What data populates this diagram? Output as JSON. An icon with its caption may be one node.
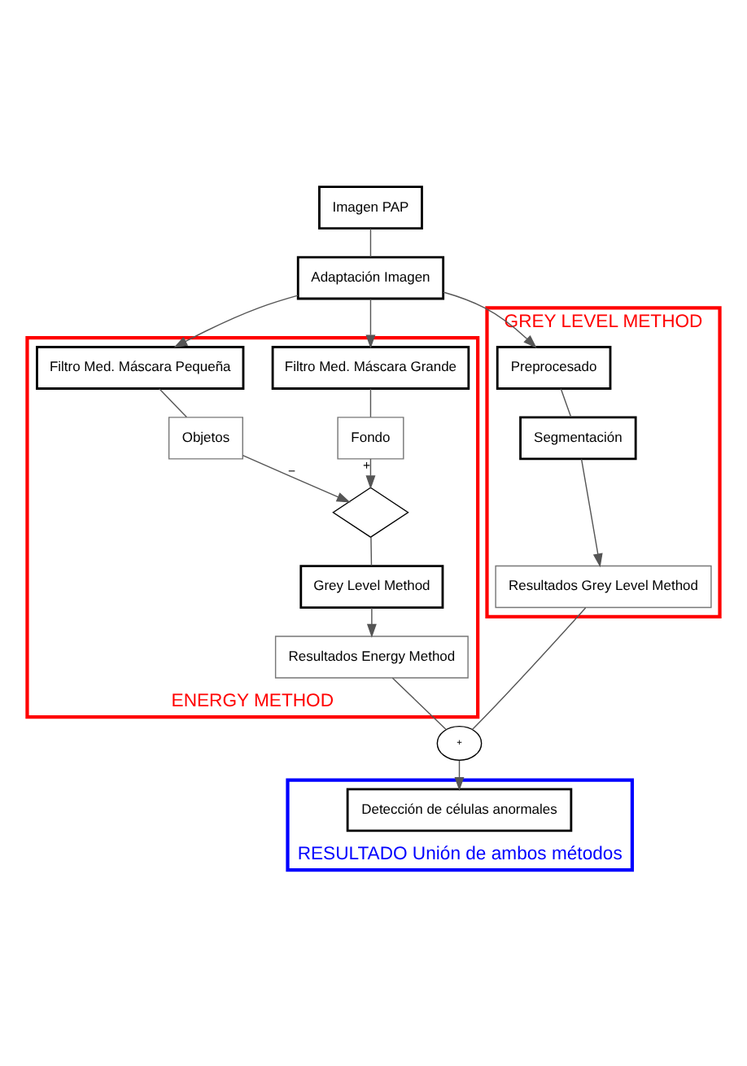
{
  "diagram": {
    "nodes": [
      {
        "text": [
          "Imagen PAP"
        ]
      },
      {
        "text": [
          "Adaptación Imagen"
        ]
      },
      {
        "text": [
          "ENERGY METHOD"
        ]
      },
      {
        "text": [
          "Filtro Med. Máscara Grande"
        ],
        "in": 2
      },
      {
        "text": [
          "Filtro Med. Máscara Pequeña"
        ],
        "in": 2
      },
      {
        "text": [
          "Fondo"
        ],
        "in": 2
      },
      {
        "text": [
          "Objetos"
        ],
        "in": 2
      },
      {
        "text": [],
        "shape": "diamond",
        "in": 2
      },
      {
        "text": [
          "Grey Level Method"
        ],
        "in": 2
      },
      {
        "text": [
          "Resultados Energy Method"
        ],
        "in": 2
      },
      {
        "text": [
          "GREY LEVEL METHOD"
        ]
      },
      {
        "text": [
          "Preprocesado"
        ],
        "in": 10
      },
      {
        "text": [
          "Segmentación"
        ],
        "in": 10
      },
      {
        "text": [
          "Resultados Grey Level Method"
        ],
        "in": 10
      },
      {
        "text": [
          "+"
        ]
      },
      {
        "text": [
          "RESULTADO Unión de ambos métodos"
        ]
      },
      {
        "text": [
          "Detección de células anormales"
        ],
        "in": 15
      }
    ],
    "edges": [
      {
        "from": 0,
        "to": 1,
        "arrow": "none"
      },
      {
        "from": 1,
        "to": 3,
        "arrow": "to"
      },
      {
        "from": 1,
        "to": 4,
        "arrow": "to"
      },
      {
        "from": 1,
        "to": 11,
        "arrow": "to"
      },
      {
        "from": 3,
        "to": 5,
        "arrow": "none"
      },
      {
        "from": 4,
        "to": 6,
        "arrow": "none"
      },
      {
        "from": 5,
        "to": 7,
        "arrow": "to",
        "label": "+"
      },
      {
        "from": 6,
        "to": 7,
        "arrow": "to",
        "label": "−"
      },
      {
        "from": 7,
        "to": 8,
        "arrow": "none"
      },
      {
        "from": 8,
        "to": 9,
        "arrow": "to"
      },
      {
        "from": 11,
        "to": 12,
        "arrow": "none"
      },
      {
        "from": 12,
        "to": 13,
        "arrow": "to"
      },
      {
        "from": 9,
        "to": 14,
        "arrow": "none"
      },
      {
        "from": 13,
        "to": 14,
        "arrow": "none"
      },
      {
        "from": 14,
        "to": 16,
        "arrow": "to"
      }
    ]
  }
}
